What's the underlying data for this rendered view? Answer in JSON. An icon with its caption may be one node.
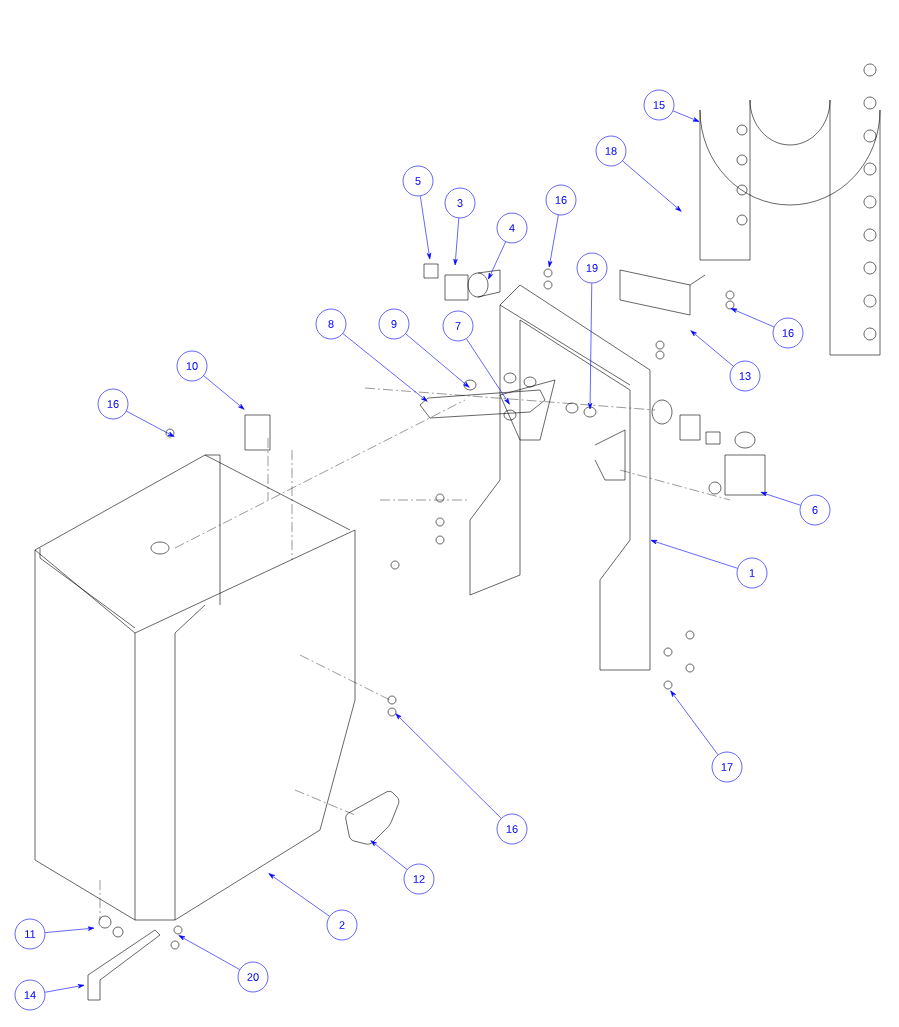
{
  "diagram": {
    "nodes": [
      {
        "text": [
          "5"
        ]
      },
      {
        "text": [
          "3"
        ]
      },
      {
        "text": [
          "4"
        ]
      },
      {
        "text": [
          "16"
        ]
      },
      {
        "text": [
          "19"
        ]
      },
      {
        "text": [
          "18"
        ]
      },
      {
        "text": [
          "15"
        ]
      },
      {
        "text": [
          "16"
        ]
      },
      {
        "text": [
          "13"
        ]
      },
      {
        "text": [
          "8"
        ]
      },
      {
        "text": [
          "9"
        ]
      },
      {
        "text": [
          "7"
        ]
      },
      {
        "text": [
          "10"
        ]
      },
      {
        "text": [
          "16"
        ]
      },
      {
        "text": [
          "6"
        ]
      },
      {
        "text": [
          "1"
        ]
      },
      {
        "text": [
          "17"
        ]
      },
      {
        "text": [
          "16"
        ]
      },
      {
        "text": [
          "12"
        ]
      },
      {
        "text": [
          "2"
        ]
      },
      {
        "text": [
          "11"
        ]
      },
      {
        "text": [
          "20"
        ]
      },
      {
        "text": [
          "14"
        ]
      }
    ],
    "edges": [
      {
        "from": 0,
        "to": null,
        "arrow": "to"
      },
      {
        "from": 1,
        "to": null,
        "arrow": "to"
      },
      {
        "from": 2,
        "to": null,
        "arrow": "to"
      },
      {
        "from": 3,
        "to": null,
        "arrow": "to"
      },
      {
        "from": 4,
        "to": null,
        "arrow": "to"
      },
      {
        "from": 5,
        "to": null,
        "arrow": "to"
      },
      {
        "from": 6,
        "to": null,
        "arrow": "to"
      },
      {
        "from": 7,
        "to": null,
        "arrow": "to"
      },
      {
        "from": 8,
        "to": null,
        "arrow": "to"
      },
      {
        "from": 9,
        "to": null,
        "arrow": "to"
      },
      {
        "from": 10,
        "to": null,
        "arrow": "to"
      },
      {
        "from": 11,
        "to": null,
        "arrow": "to"
      },
      {
        "from": 12,
        "to": null,
        "arrow": "to"
      },
      {
        "from": 13,
        "to": null,
        "arrow": "to"
      },
      {
        "from": 14,
        "to": null,
        "arrow": "to"
      },
      {
        "from": 15,
        "to": null,
        "arrow": "to"
      },
      {
        "from": 16,
        "to": null,
        "arrow": "to"
      },
      {
        "from": 17,
        "to": null,
        "arrow": "to"
      },
      {
        "from": 18,
        "to": null,
        "arrow": "to"
      },
      {
        "from": 19,
        "to": null,
        "arrow": "to"
      },
      {
        "from": 20,
        "to": null,
        "arrow": "to"
      },
      {
        "from": 21,
        "to": null,
        "arrow": "to"
      },
      {
        "from": 22,
        "to": null,
        "arrow": "to"
      }
    ]
  }
}
